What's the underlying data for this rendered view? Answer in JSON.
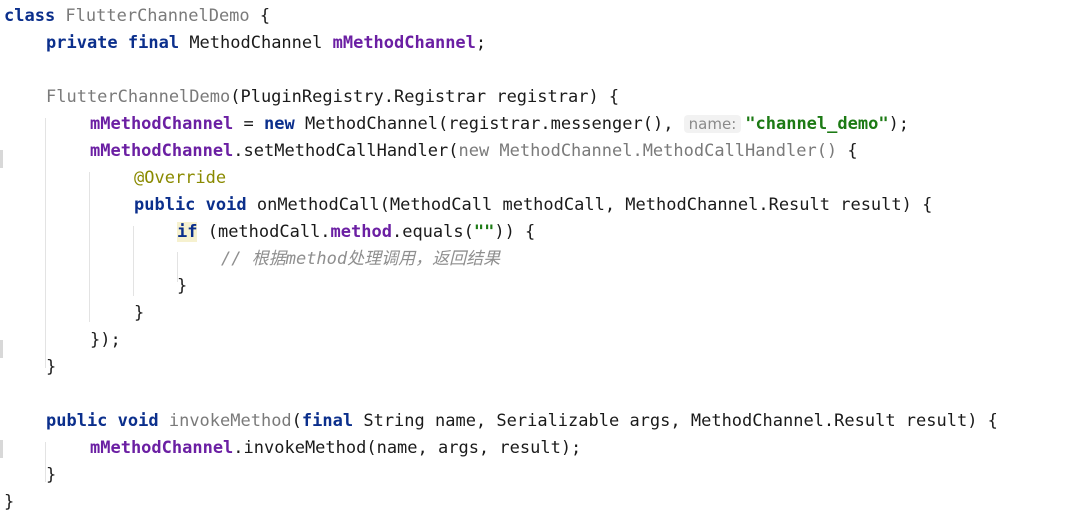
{
  "code": {
    "l1": {
      "kw": "class",
      "name": " FlutterChannelDemo",
      "rest": " {"
    },
    "l2": {
      "kw1": "private",
      "kw2": " final",
      "type": " MethodChannel ",
      "field": "mMethodChannel",
      "rest": ";"
    },
    "l4": {
      "ctor": "FlutterChannelDemo",
      "rest": "(PluginRegistry.Registrar registrar) {"
    },
    "l5": {
      "field": "mMethodChannel",
      "mid": " = ",
      "kw": "new",
      "rest": " MethodChannel(registrar.messenger(), ",
      "hint": "name:",
      "str": "\"channel_demo\"",
      "end": ");"
    },
    "l6": {
      "field": "mMethodChannel",
      "mid": ".setMethodCallHandler(",
      "gray": "new MethodChannel.MethodCallHandler()",
      "end": " {"
    },
    "l7": {
      "ann": "@Override"
    },
    "l8": {
      "kw1": "public",
      "kw2": " void",
      "rest": " onMethodCall(MethodCall methodCall, MethodChannel.Result result) {"
    },
    "l9": {
      "kw": "if",
      "mid": " (methodCall.",
      "field": "method",
      "rest": ".equals(",
      "str": "\"\"",
      "end": ")) {"
    },
    "l10": {
      "comment_prefix": "// 根据",
      "comment_method": "method",
      "comment_suffix": "处理调用，返回结果"
    },
    "l11": {
      "text": "}"
    },
    "l12": {
      "text": "}"
    },
    "l13": {
      "text": "});"
    },
    "l14": {
      "text": "}"
    },
    "l16": {
      "kw1": "public",
      "kw2": " void",
      "name": " invokeMethod",
      "paren": "(",
      "kw3": "final",
      "rest": " String name, Serializable args, MethodChannel.Result result) {"
    },
    "l17": {
      "field": "mMethodChannel",
      "rest": ".invokeMethod(name, args, result);"
    },
    "l18": {
      "text": "}"
    },
    "l19": {
      "text": "}"
    }
  }
}
